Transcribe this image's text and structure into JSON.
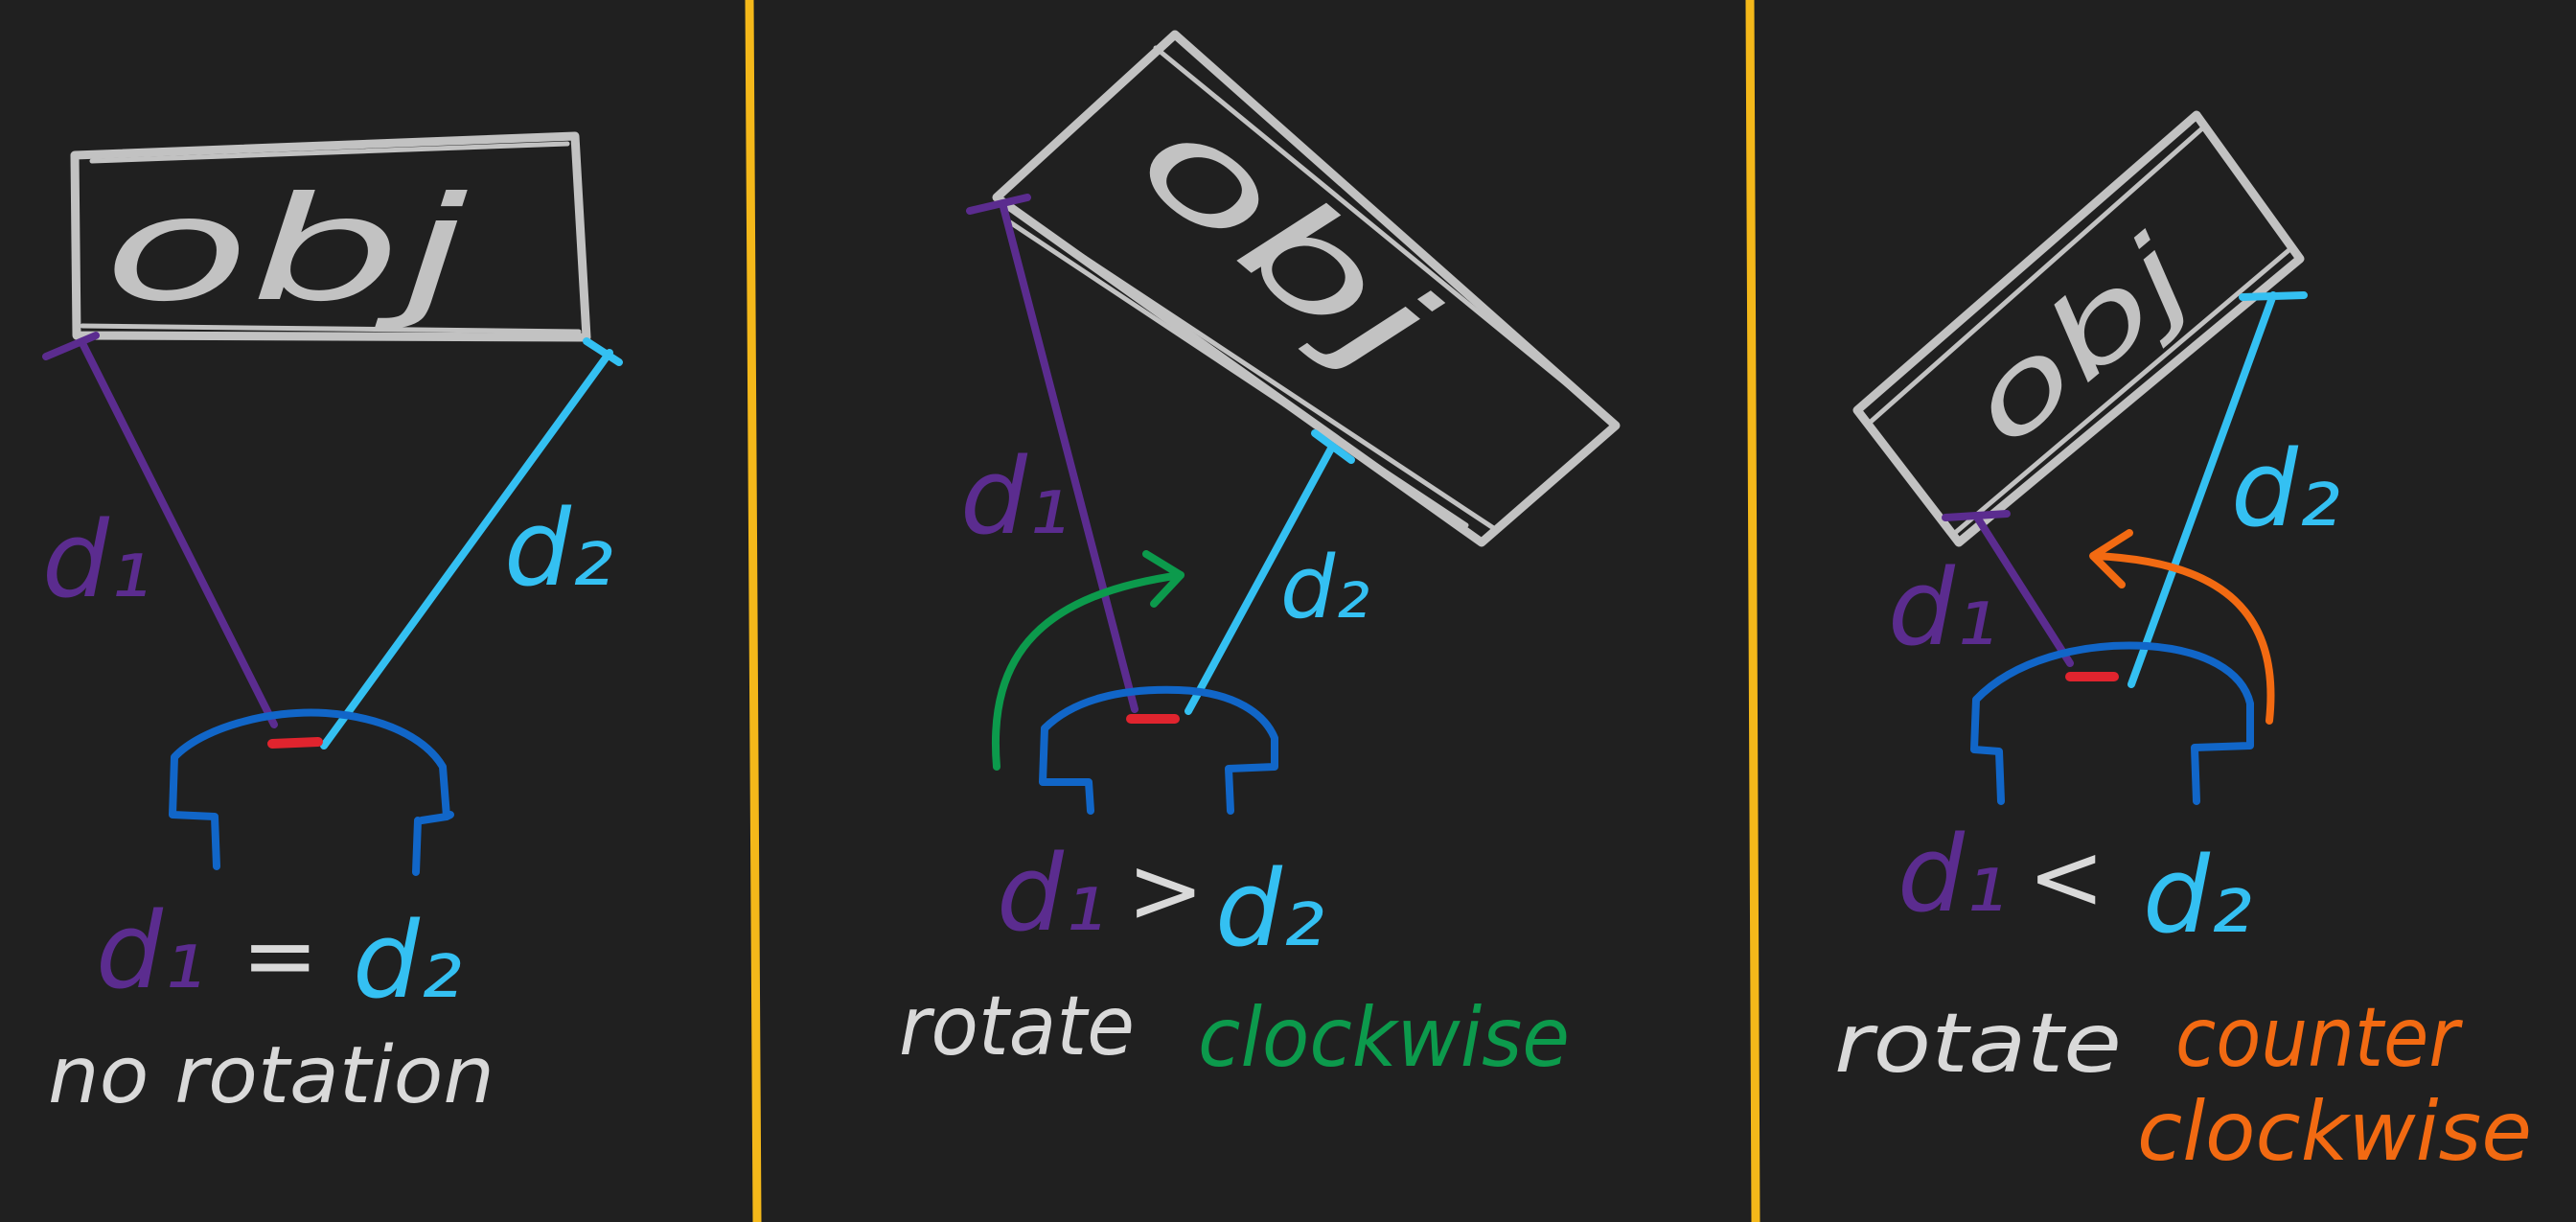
{
  "colors": {
    "background": "#202020",
    "divider": "#f4b81a",
    "object": "#c2c2c2",
    "d1": "#5b2c8f",
    "d2": "#34c0f2",
    "robot": "#1166c8",
    "sensor": "#e0242e",
    "clockwise": "#0c9a4c",
    "counter_clockwise": "#f26a12",
    "caption": "#d9d9d9"
  },
  "panels": [
    {
      "object_label": "obj",
      "d1_label": "d₁",
      "d2_label": "d₂",
      "relation": {
        "left": "d₁",
        "op": "=",
        "right": "d₂"
      },
      "caption_lines": [
        "no rotation"
      ],
      "caption_accent": []
    },
    {
      "object_label": "obj",
      "d1_label": "d₁",
      "d2_label": "d₂",
      "relation": {
        "left": "d₁",
        "op": ">",
        "right": "d₂"
      },
      "caption_lines": [
        "rotate"
      ],
      "caption_accent": [
        "clockwise"
      ]
    },
    {
      "object_label": "obj",
      "d1_label": "d₁",
      "d2_label": "d₂",
      "relation": {
        "left": "d₁",
        "op": "<",
        "right": "d₂"
      },
      "caption_lines": [
        "rotate"
      ],
      "caption_accent": [
        "counter",
        "clockwise"
      ]
    }
  ]
}
